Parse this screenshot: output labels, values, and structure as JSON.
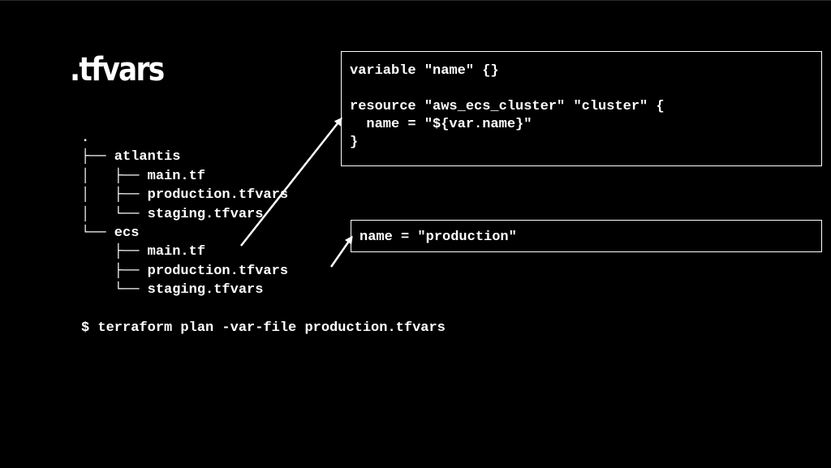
{
  "slide": {
    "title": ".tfvars",
    "tree": [
      ".",
      "├── atlantis",
      "│   ├── main.tf",
      "│   ├── production.tfvars",
      "│   └── staging.tfvars",
      "└── ecs",
      "    ├── main.tf",
      "    ├── production.tfvars",
      "    └── staging.tfvars"
    ],
    "command": "$ terraform plan -var-file production.tfvars",
    "main_tf_code": [
      "variable \"name\" {}",
      "",
      "resource \"aws_ecs_cluster\" \"cluster\" {",
      "  name = \"${var.name}\"",
      "}"
    ],
    "tfvars_code": [
      "name = \"production\""
    ]
  },
  "colors": {
    "background": "#000000",
    "foreground": "#ffffff"
  }
}
